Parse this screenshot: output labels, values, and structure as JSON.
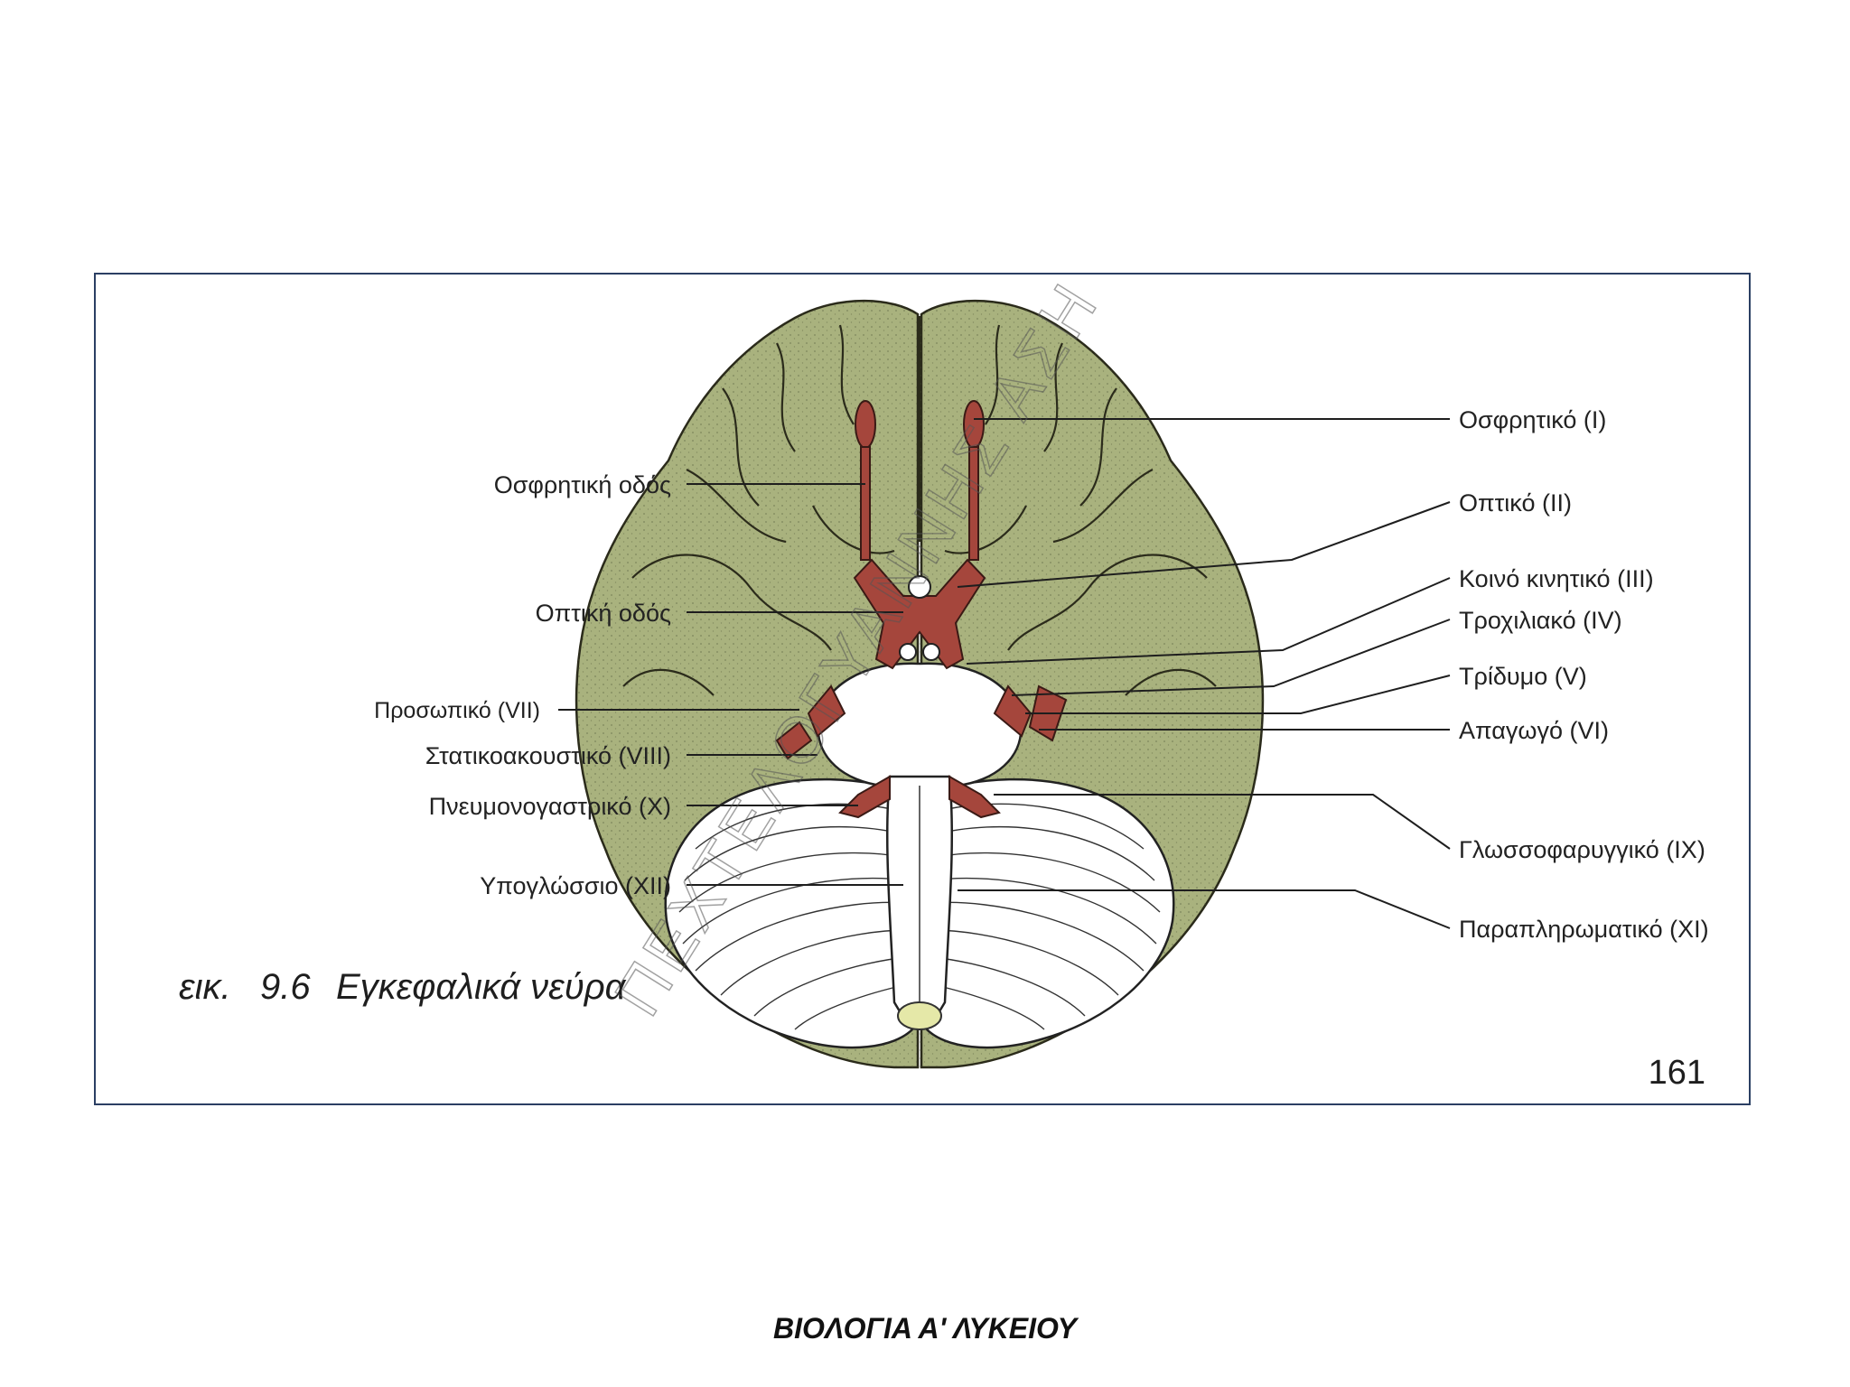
{
  "figure": {
    "caption_label": "εικ.",
    "caption_number": "9.6",
    "caption_title": "Εγκεφαλικά νεύρα",
    "page_number": "161",
    "watermark_text": "ΠΕΧΤΕΛΟΓΥΑΝΝΗΣ ΑΣΗ",
    "left_labels": [
      "Οσφρητική οδός",
      "Οπτική οδός",
      "Προσωπικό (VII)",
      "Στατικοακουστικό (VIII)",
      "Πνευμονογαστρικό (X)",
      "Υπογλώσσιο (XII)"
    ],
    "right_labels": [
      "Οσφρητικό (I)",
      "Οπτικό (II)",
      "Κοινό κινητικό (III)",
      "Τροχιλιακό (IV)",
      "Τρίδυμο (V)",
      "Απαγωγό (VI)",
      "Γλωσσοφαρυγγικό (IX)",
      "Παραπληρωματικό (XI)"
    ]
  },
  "colors": {
    "cortex": "#a9b27e",
    "nerve": "#a5463c",
    "cerebellum": "#ffffff",
    "frame": "#2b3f63"
  },
  "footer": {
    "title": "ΒΙΟΛΟΓΙΑ Α' ΛΥΚΕΙΟΥ"
  }
}
